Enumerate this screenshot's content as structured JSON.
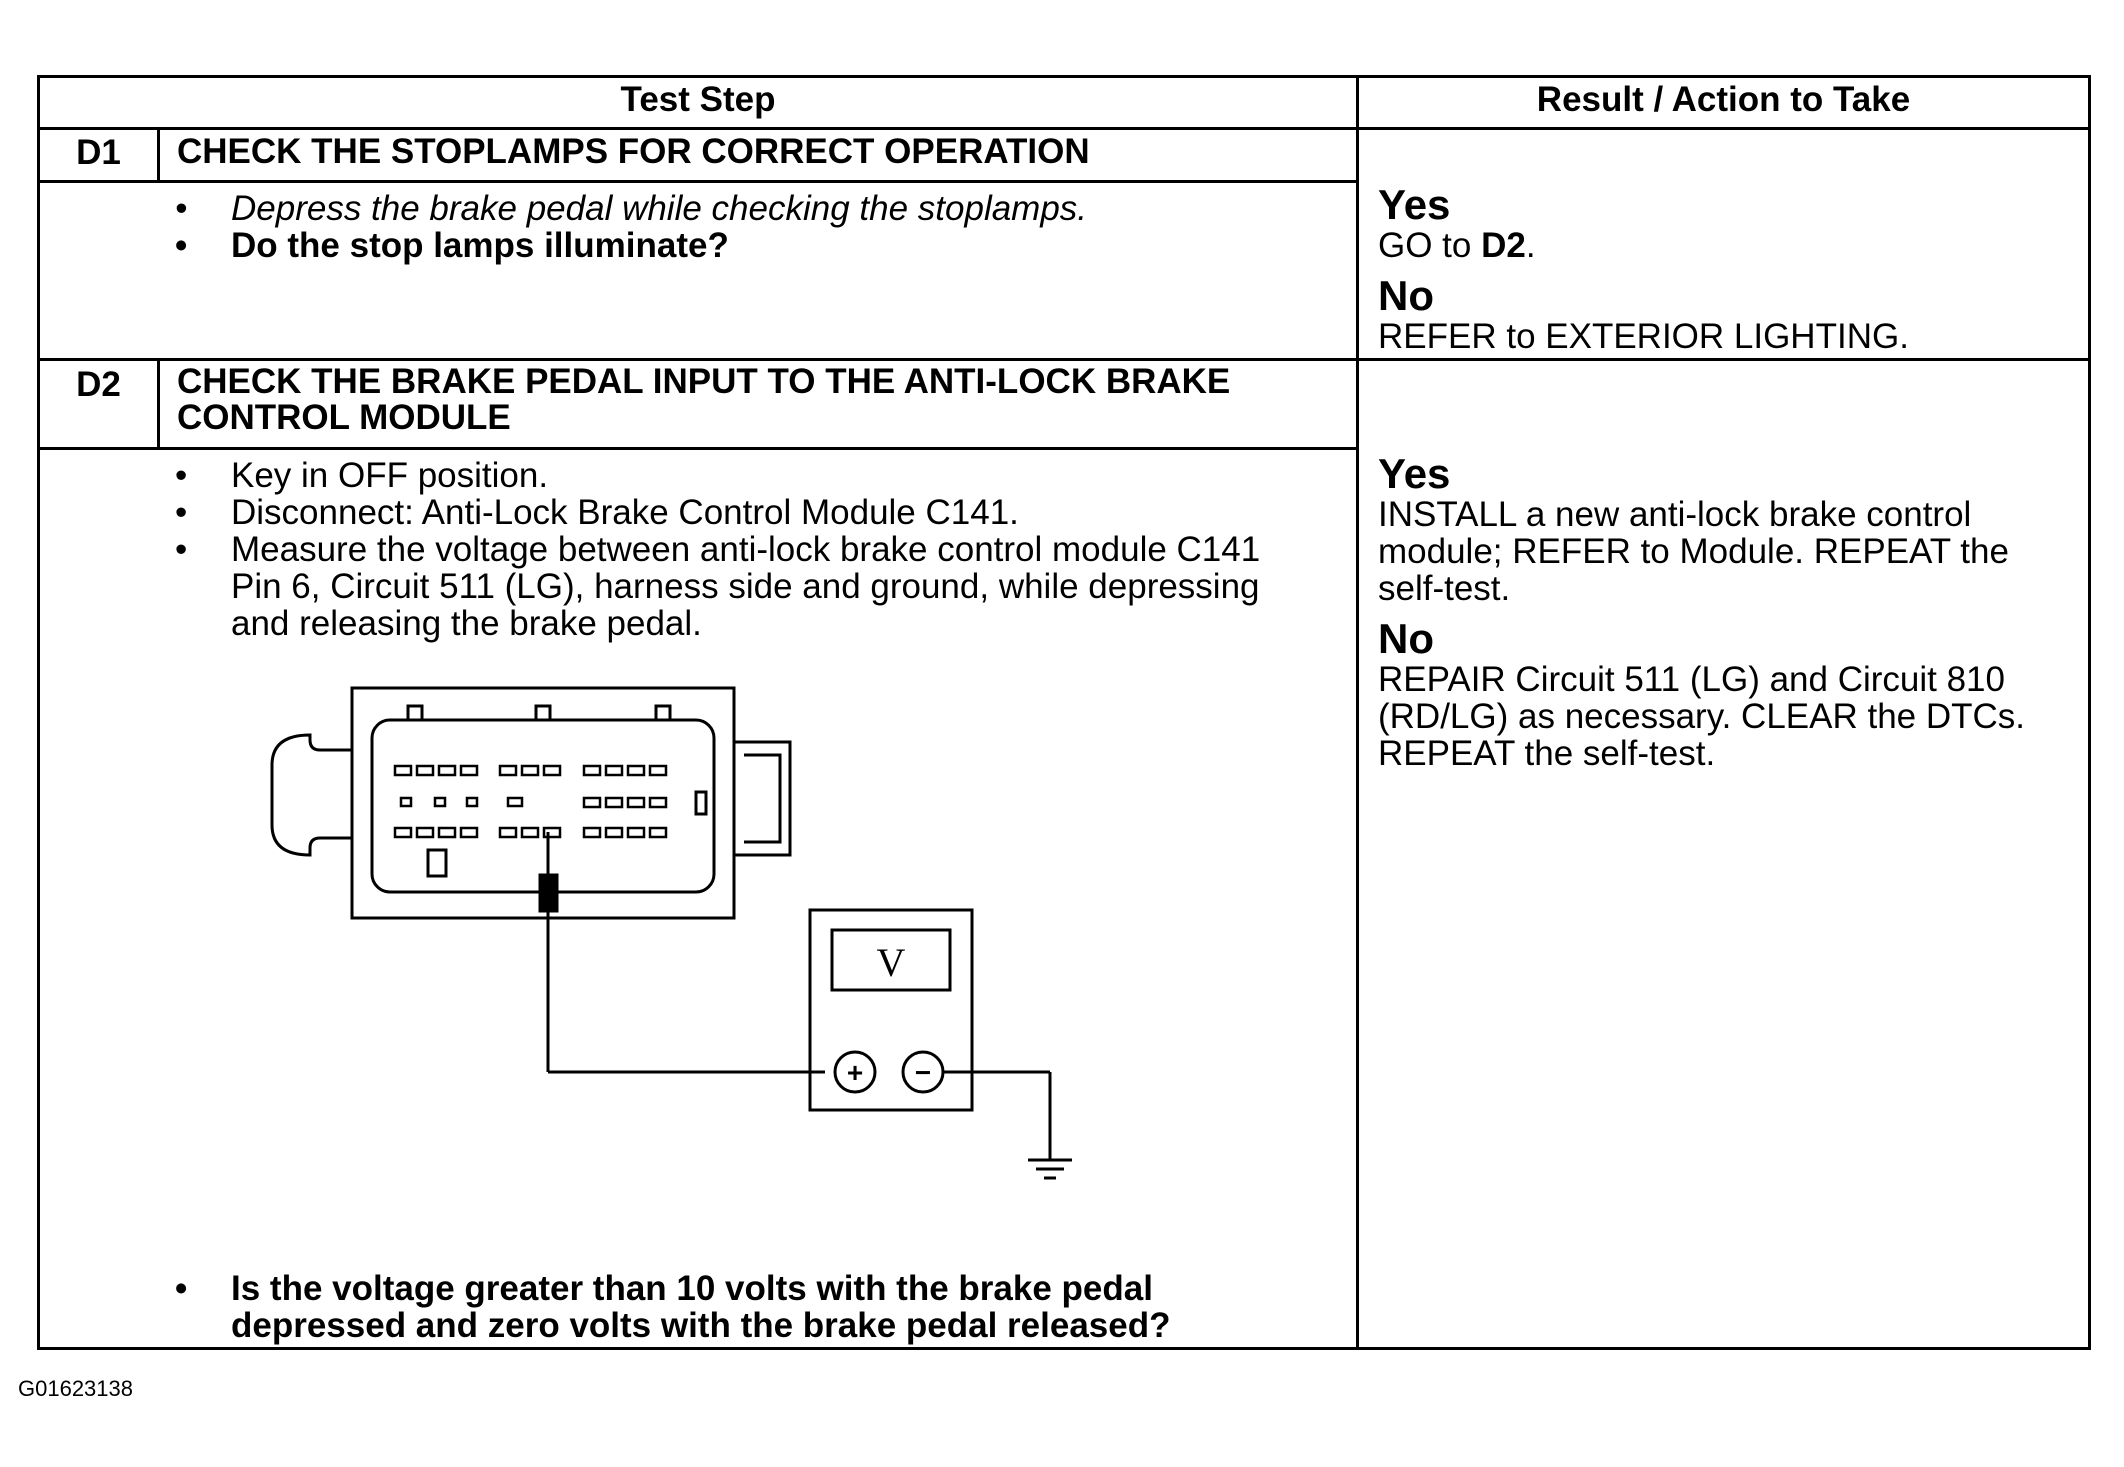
{
  "header": {
    "test_step": "Test Step",
    "result_action": "Result / Action to Take"
  },
  "steps": [
    {
      "id": "D1",
      "title": "CHECK THE STOPLAMPS FOR CORRECT OPERATION",
      "bullets": [
        "Depress the brake pedal while checking the stoplamps.",
        "Do the stop lamps illuminate?"
      ],
      "yes_label": "Yes",
      "yes_action_prefix": "GO to ",
      "yes_action_target": "D2",
      "yes_action_suffix": ".",
      "no_label": "No",
      "no_action": "REFER to EXTERIOR LIGHTING."
    },
    {
      "id": "D2",
      "title": "CHECK THE BRAKE PEDAL INPUT TO THE ANTI-LOCK BRAKE CONTROL MODULE",
      "bullets": [
        "Key in OFF position.",
        "Disconnect: Anti-Lock Brake Control Module C141.",
        "Measure the voltage between anti-lock brake control module C141 Pin 6, Circuit 511 (LG), harness side and ground, while depressing and releasing the brake pedal."
      ],
      "question": "Is the voltage greater than 10 volts with the brake pedal depressed and zero volts with the brake pedal released?",
      "yes_label": "Yes",
      "yes_action": "INSTALL a new anti-lock brake control module; REFER to Module. REPEAT the self-test.",
      "no_label": "No",
      "no_action": "REPAIR Circuit 511 (LG) and Circuit 810 (RD/LG) as necessary. CLEAR the DTCs. REPEAT the self-test."
    }
  ],
  "diagram": {
    "meter_display": "V",
    "positive_terminal": "+",
    "negative_terminal": "−"
  },
  "figure_id": "G01623138"
}
